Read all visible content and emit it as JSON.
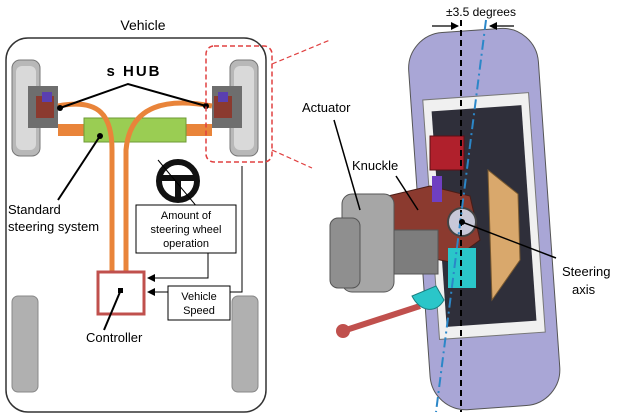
{
  "labels": {
    "vehicle": "Vehicle",
    "shub": "s HUB",
    "standard_line1": "Standard",
    "standard_line2": "steering system",
    "amount_line1": "Amount of",
    "amount_line2": "steering wheel",
    "amount_line3": "operation",
    "vehicle_speed_line1": "Vehicle",
    "vehicle_speed_line2": "Speed",
    "controller": "Controller",
    "actuator": "Actuator",
    "knuckle": "Knuckle",
    "steering_axis_line1": "Steering",
    "steering_axis_line2": "axis",
    "degrees": "±3.5 degrees"
  },
  "colors": {
    "harness": "#e9843a",
    "steering_rack": "#9acd53",
    "controller_border": "#c0504d",
    "zoom_callout": "#e04040",
    "axis_line": "#2b87c8",
    "tire": "#a9a6d6",
    "knuckle": "#8b3a2f",
    "actuator": "#a6a6a6"
  }
}
